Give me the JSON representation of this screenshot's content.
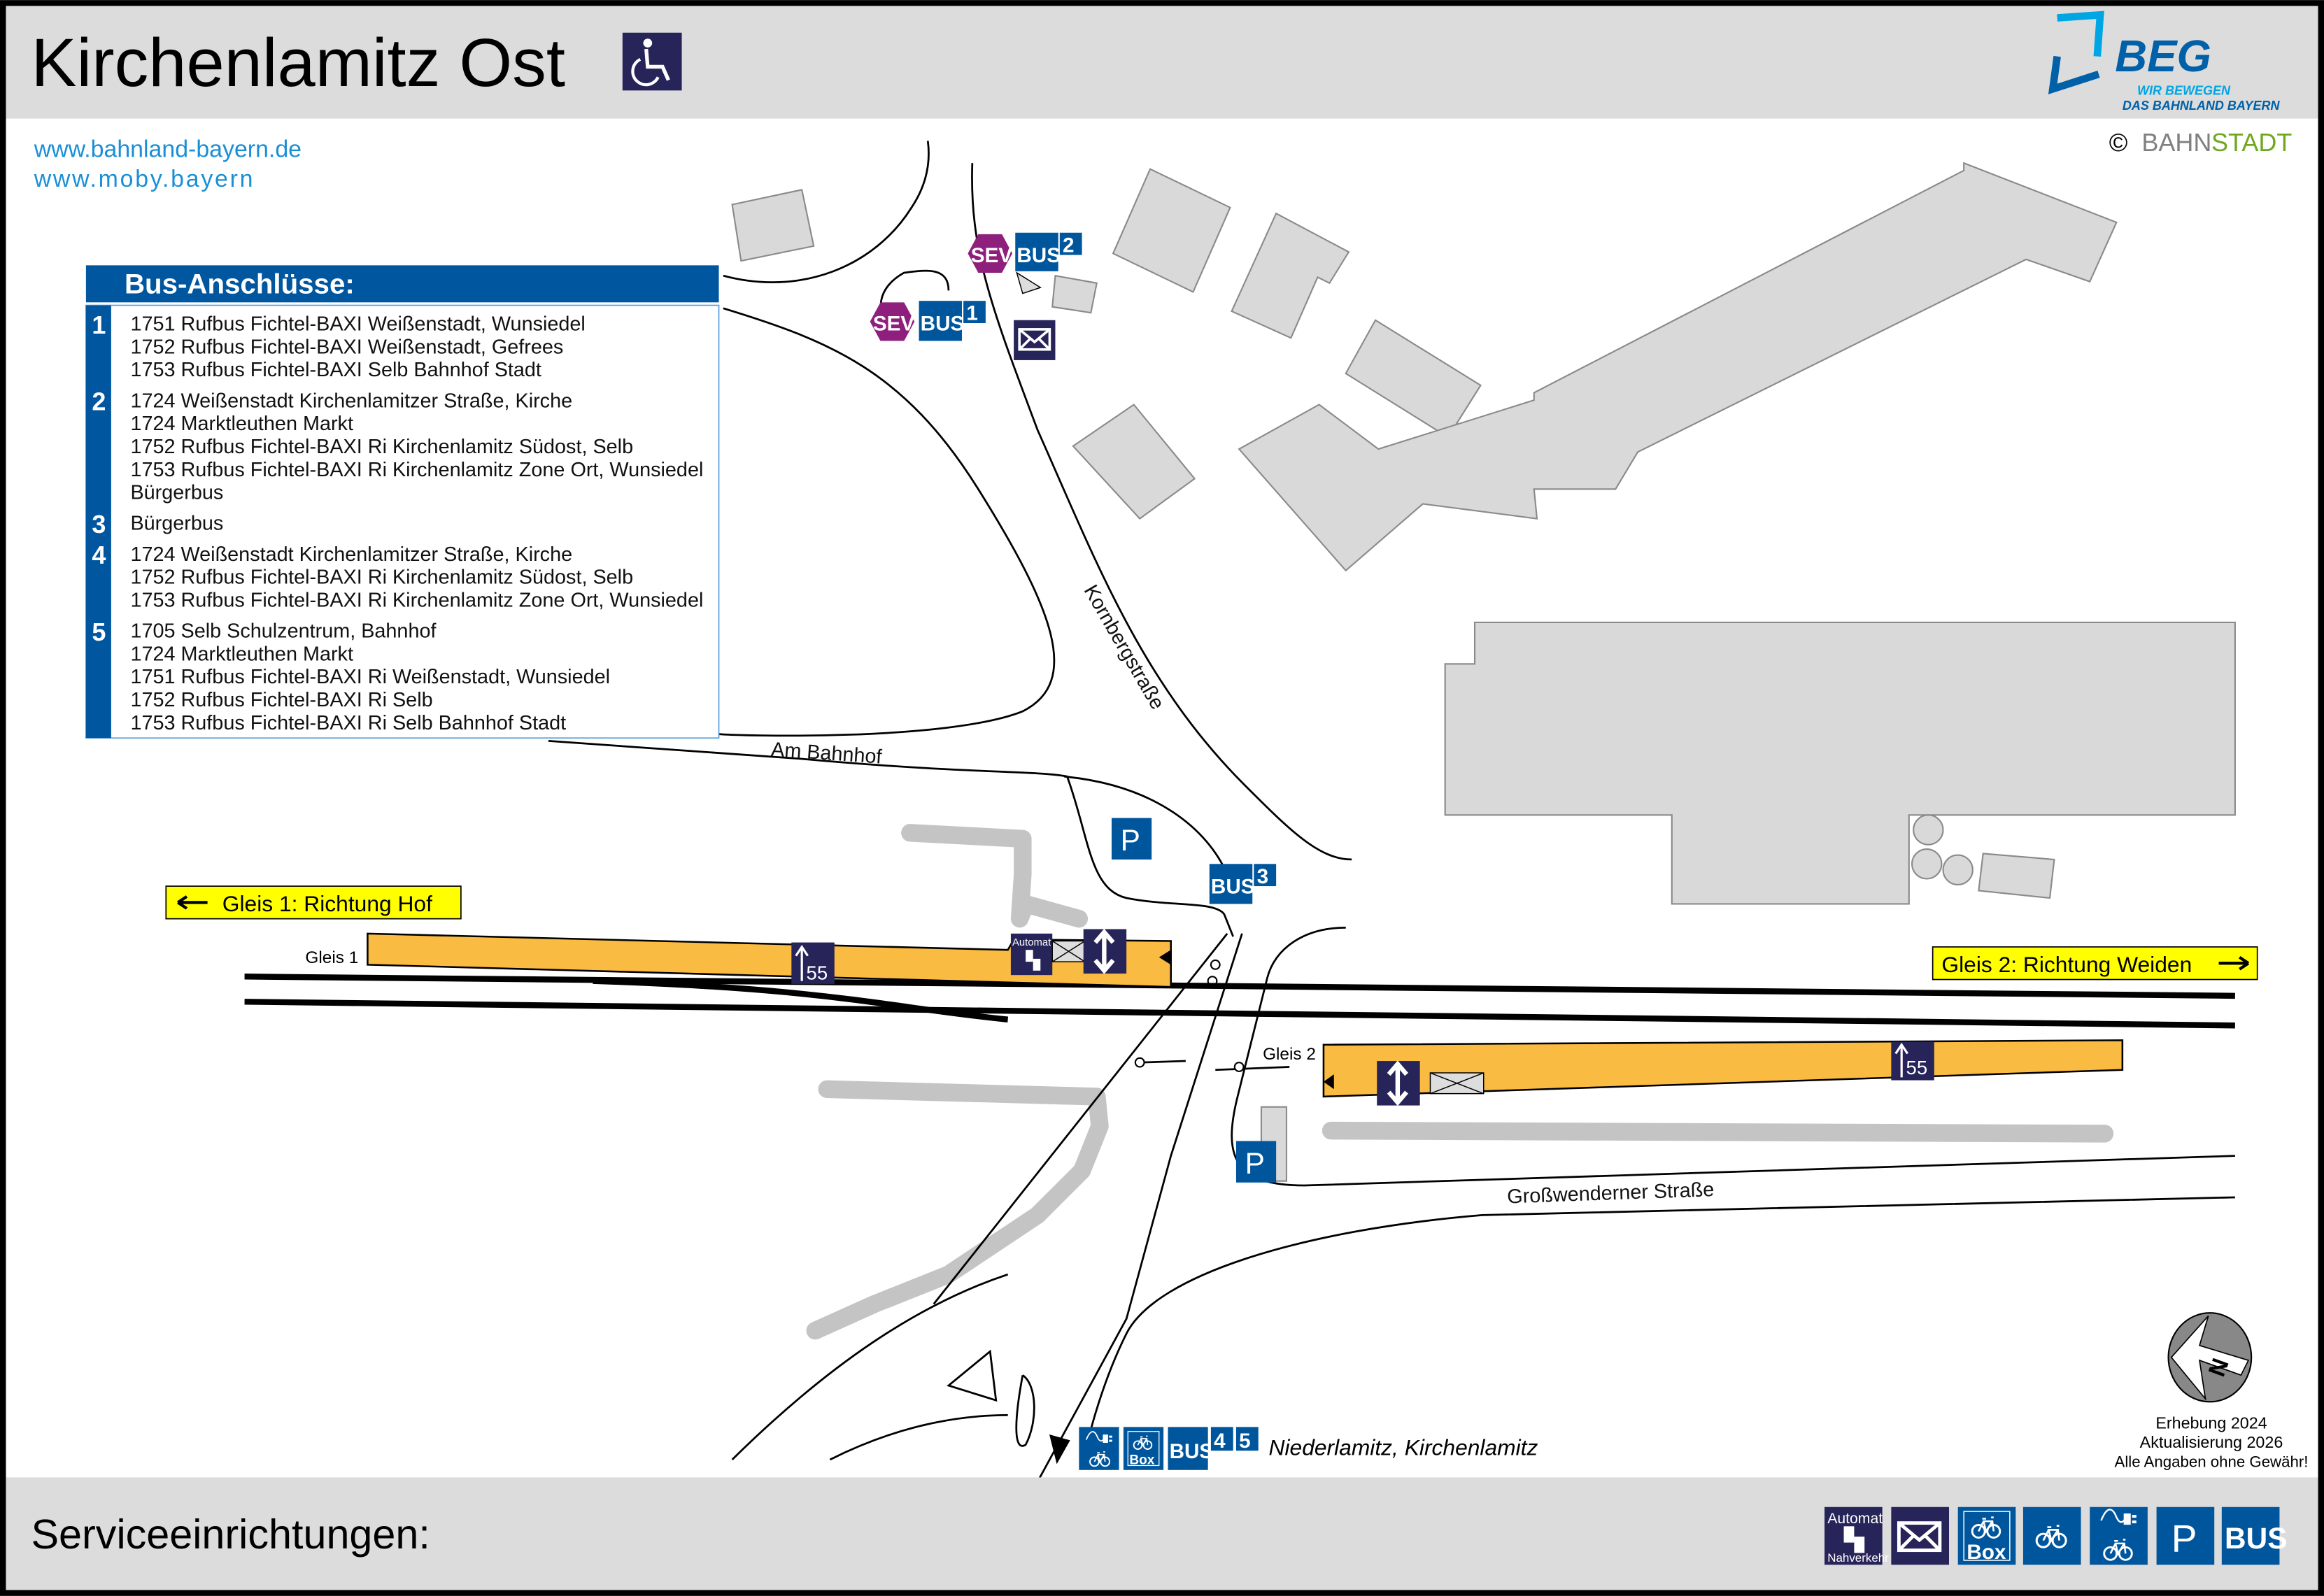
{
  "header": {
    "title": "Kirchenlamitz Ost",
    "accessibility_icon": "wheelchair-icon"
  },
  "logo": {
    "name": "BEG",
    "slogan_1": "WIR BEWEGEN",
    "slogan_2": "DAS BAHNLAND BAYERN",
    "brand_color": "#0061a8",
    "accent_color": "#00a5e3"
  },
  "links": [
    "www.bahnland-bayern.de",
    "www.moby.bayern"
  ],
  "copyright": {
    "symbol": "©",
    "part1": "BAHN",
    "part2": "STADT"
  },
  "bus_table": {
    "title": "Bus-Anschlüsse:",
    "groups": [
      {
        "num": "1",
        "lines": [
          "1751 Rufbus Fichtel-BAXI Weißenstadt, Wunsiedel",
          "1752 Rufbus Fichtel-BAXI Weißenstadt, Gefrees",
          "1753 Rufbus Fichtel-BAXI Selb Bahnhof Stadt"
        ]
      },
      {
        "num": "2",
        "lines": [
          "1724 Weißenstadt Kirchenlamitzer Straße, Kirche",
          "1724 Marktleuthen Markt",
          "1752 Rufbus Fichtel-BAXI Ri Kirchenlamitz Südost, Selb",
          "1753 Rufbus Fichtel-BAXI Ri Kirchenlamitz Zone Ort, Wunsiedel",
          "Bürgerbus"
        ]
      },
      {
        "num": "3",
        "lines": [
          "Bürgerbus"
        ]
      },
      {
        "num": "4",
        "lines": [
          "1724 Weißenstadt Kirchenlamitzer Straße, Kirche",
          "1752 Rufbus Fichtel-BAXI Ri Kirchenlamitz Südost, Selb",
          "1753 Rufbus Fichtel-BAXI Ri Kirchenlamitz Zone Ort, Wunsiedel"
        ]
      },
      {
        "num": "5",
        "lines": [
          "1705 Selb Schulzentrum, Bahnhof",
          "1724 Marktleuthen Markt",
          "1751 Rufbus Fichtel-BAXI Ri Weißenstadt, Wunsiedel",
          "1752 Rufbus Fichtel-BAXI Ri Selb",
          "1753 Rufbus Fichtel-BAXI Ri Selb Bahnhof Stadt"
        ]
      }
    ]
  },
  "map": {
    "streets": {
      "am_bahnhof": "Am Bahnhof",
      "kornbergstrasse": "Kornbergstraße",
      "grosswenderner": "Großwenderner Straße"
    },
    "directions": {
      "gleis1": "Gleis 1: Richtung Hof",
      "gleis2": "Gleis 2: Richtung Weiden"
    },
    "platforms": {
      "gleis1_label": "Gleis 1",
      "gleis2_label": "Gleis 2",
      "height1": "55",
      "height2": "55"
    },
    "stops": {
      "sev": "SEV",
      "bus": "BUS",
      "stop1": "1",
      "stop2": "2",
      "stop3": "3",
      "stop4": "4",
      "stop5": "5"
    },
    "parking": "P",
    "automat_label": "Automat",
    "destination": "Niederlamitz, Kirchenlamitz",
    "box_label": "Box"
  },
  "footer_note": [
    "Erhebung 2024",
    "Aktualisierung 2026",
    "Alle Angaben ohne Gewähr!"
  ],
  "compass": {
    "letter": "N"
  },
  "services": {
    "title": "Serviceeinrichtungen:",
    "automat_top": "Automat",
    "automat_bottom": "Nahverkehr",
    "box": "Box",
    "parking": "P",
    "bus": "BUS"
  },
  "colors": {
    "blue": "#00569d",
    "navy": "#27245a",
    "sev": "#8e1f7c",
    "platform": "#f9bb42",
    "direction": "#ffff00"
  }
}
